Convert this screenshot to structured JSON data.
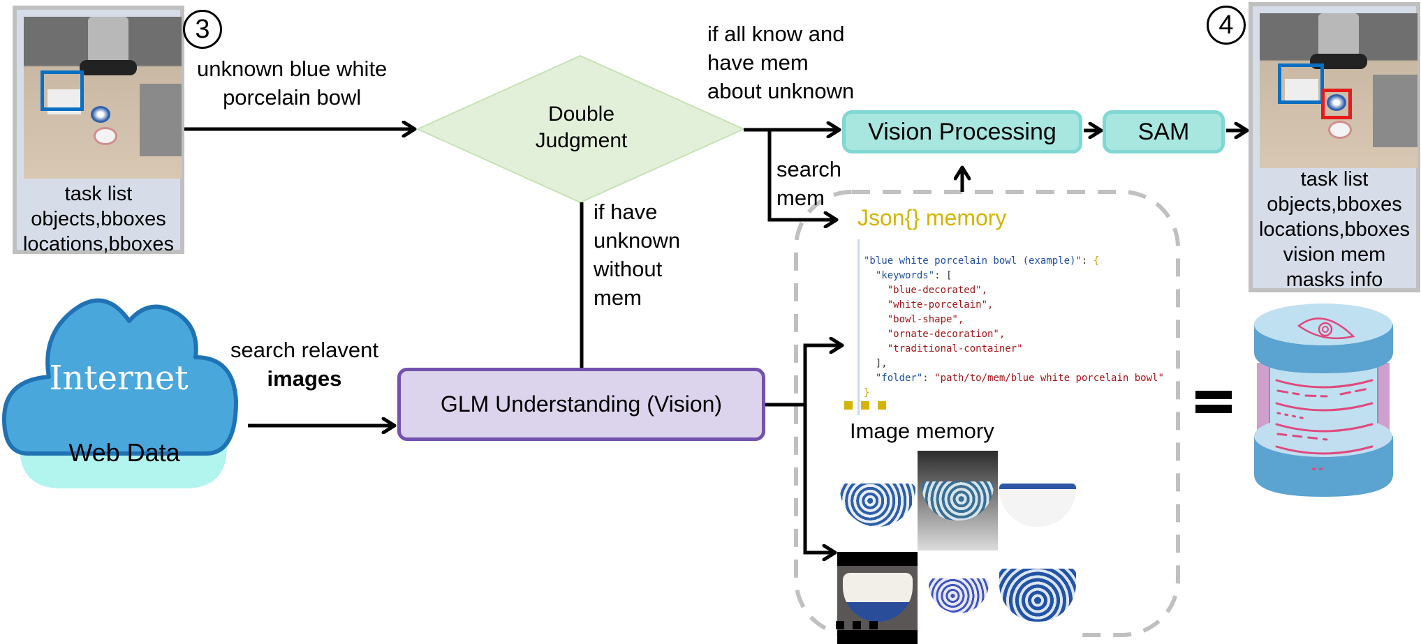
{
  "left_panel": {
    "step_number": "3",
    "lines": [
      "task list",
      "objects,bboxes",
      "locations,bboxes"
    ]
  },
  "right_panel": {
    "step_number": "4",
    "lines": [
      "task list",
      "objects,bboxes",
      "locations,bboxes",
      "vision mem",
      "masks info"
    ]
  },
  "edge_labels": {
    "unknown_object": [
      "unknown blue white",
      "porcelain bowl"
    ],
    "all_known": [
      "if all know and",
      "have mem",
      "about unknown"
    ],
    "search_mem": [
      "search",
      "mem"
    ],
    "unknown_without_mem": [
      "if have",
      "unknown",
      "without",
      "mem"
    ],
    "search_images": [
      "search relavent",
      "images"
    ]
  },
  "nodes": {
    "decision": [
      "Double",
      "Judgment"
    ],
    "vision_processing": "Vision Processing",
    "sam": "SAM",
    "glm": "GLM Understanding (Vision)",
    "internet": "Internet",
    "web_data": "Web Data"
  },
  "memory": {
    "json_title": "Json{} memory",
    "json_code": {
      "key": "\"blue white porcelain bowl (example)\"",
      "keywords_key": "\"keywords\"",
      "keywords": [
        "\"blue-decorated\",",
        "\"white-porcelain\",",
        "\"bowl-shape\",",
        "\"ornate-decoration\",",
        "\"traditional-container\""
      ],
      "folder_key": "\"folder\"",
      "folder_value": "\"path/to/mem/blue white porcelain bowl\""
    },
    "image_title": "Image memory",
    "image_count": 6
  },
  "equals_sign": "=",
  "colors": {
    "decision_fill": "#e2f0d9",
    "teal_fill": "#a8e6e0",
    "purple_fill": "#dcd4ec",
    "purple_border": "#7352ae",
    "json_title": "#d4b400",
    "cloud": "#4aa3da",
    "bbox_blue": "#0a6fc2",
    "bbox_red": "#e61a1a"
  }
}
